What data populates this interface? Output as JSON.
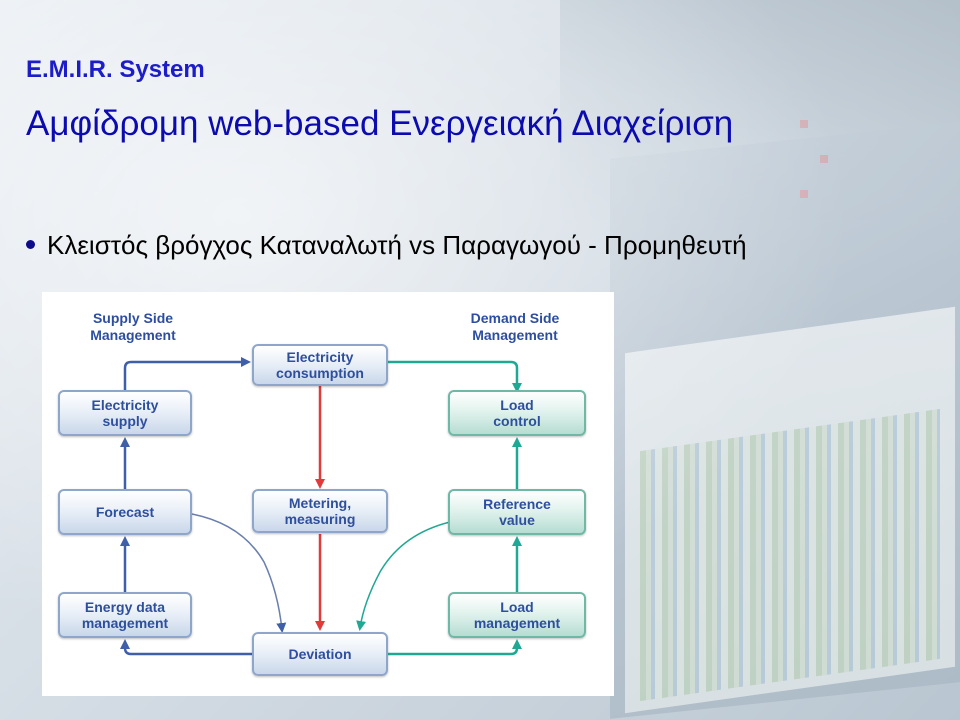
{
  "slide": {
    "system_label": "E.M.I.R. System",
    "title": "Αμφίδρομη web-based Ενεργειακή Διαχείριση",
    "bullet": "Κλειστός βρόγχος Καταναλωτή vs Παραγωγού - Προμηθευτή"
  },
  "diagram": {
    "supply_header": "Supply Side\nManagement",
    "demand_header": "Demand Side\nManagement",
    "nodes": {
      "electricity_consumption": "Electricity\nconsumption",
      "electricity_supply": "Electricity\nsupply",
      "forecast": "Forecast",
      "energy_data_management": "Energy data\nmanagement",
      "metering_measuring": "Metering,\nmeasuring",
      "deviation": "Deviation",
      "load_control": "Load\ncontrol",
      "reference_value": "Reference\nvalue",
      "load_management": "Load\nmanagement"
    }
  },
  "colors": {
    "title_blue": "#0b0bb0",
    "supply_arrow": "#3f5fa8",
    "demand_arrow": "#1fa893",
    "metering_arrow": "#e03a3a"
  }
}
